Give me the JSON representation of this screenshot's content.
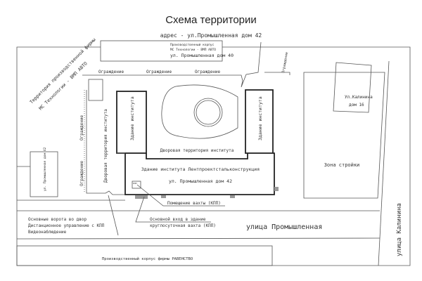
{
  "title": "Схема территории",
  "address": "адрес - ул.Промышленная дом 42",
  "top_building": {
    "line1": "Производственный корпус",
    "line2": "МС Технологии - ВМП АВТО",
    "line3": "ул. Промышленная дом 40"
  },
  "fence_label": "Ограждение",
  "neighbor_territory": {
    "line1": "Территория производственной фирмы",
    "line2": "МС Технологии - ВМП АВТО"
  },
  "left_building": "ул. Промышленная дом 42",
  "yard_left": "Дворовая территория института",
  "institute_building": "Здание института",
  "yard_inner": "Дворовая территория института",
  "main_building": {
    "line1": "Здание института Лентпроектстальконструкция",
    "line2": "ул. Промышленная дом 42",
    "kpp": "КПП"
  },
  "kalinina_16": {
    "line1": "Ул.Калинина",
    "line2": "дом 16"
  },
  "construction_zone": "Зона стройки",
  "callouts": {
    "guard_room": "Помещение вахты (КПП)",
    "main_entrance_1": "Основной вход в здание",
    "main_entrance_2": "круглосуточная вахта (КПП)",
    "gates_1": "Основные ворота во двор",
    "gates_2": "Дистанционное управление с КПП",
    "gates_3": "Видеонаблюдение"
  },
  "street_promyshlennaya": "улица Промышленная",
  "street_kalinina": "улица Калинина",
  "bottom_building": "Производственный корпус фирмы РАВЕНСТВО"
}
